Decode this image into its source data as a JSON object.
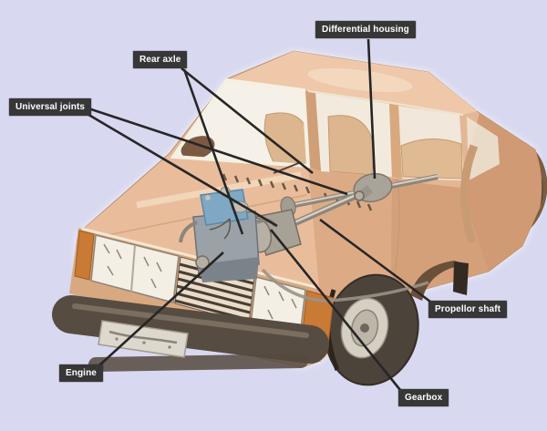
{
  "figure": {
    "type": "labeled cutaway illustration",
    "subject": "Rear-wheel-drive car transmission system",
    "colors": {
      "page-bg": "#d8d8f0",
      "label-bg": "#373737",
      "label-text": "#ffffff",
      "leader-line": "#262626",
      "car-body-tan": "#e3b795",
      "car-body-highlight": "#eec8a9",
      "indicator-orange": "#c97a35",
      "tire-dark": "#4c433b",
      "metal-gray": "#a8a196",
      "engine-valve-cover-blue": "#7ea8c4",
      "window-white": "#f7f3ec"
    }
  },
  "callouts": [
    {
      "id": "differential-housing",
      "label": "Differential housing"
    },
    {
      "id": "rear-axle",
      "label": "Rear axle"
    },
    {
      "id": "universal-joints",
      "label": "Universal joints"
    },
    {
      "id": "propellor-shaft",
      "label": "Propellor shaft"
    },
    {
      "id": "gearbox",
      "label": "Gearbox"
    },
    {
      "id": "engine",
      "label": "Engine"
    }
  ]
}
